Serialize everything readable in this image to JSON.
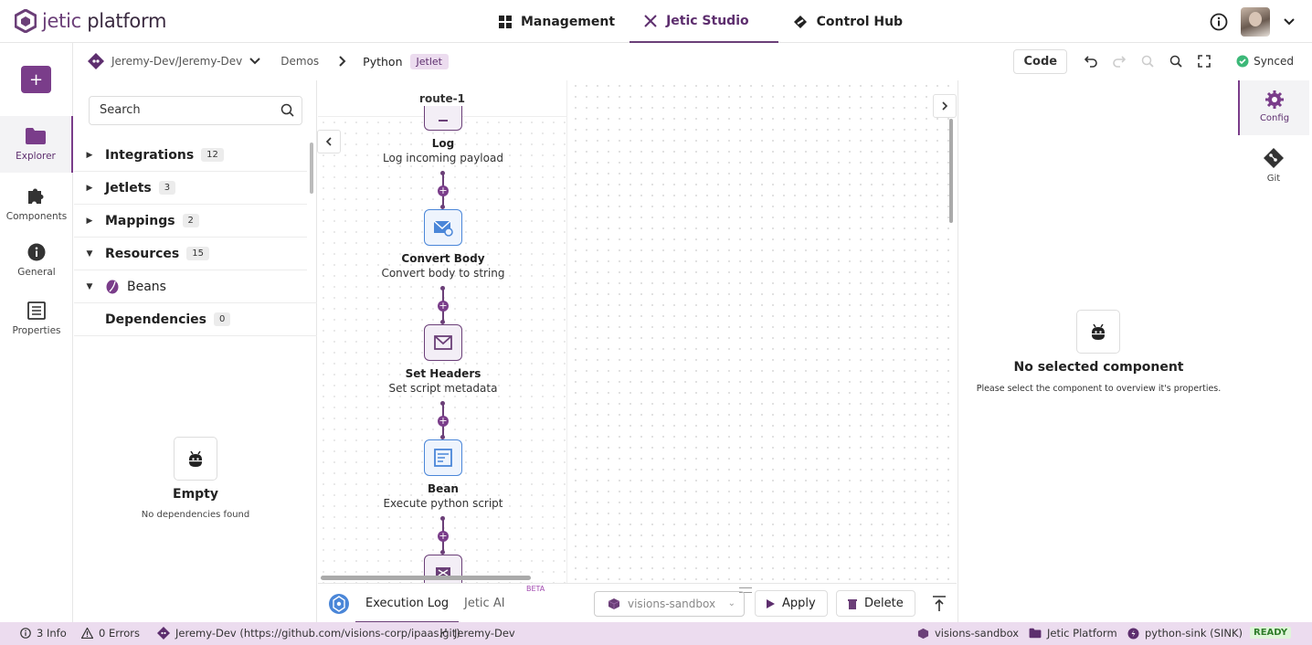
{
  "app": {
    "logo_name": "jetic",
    "logo_product": "platform"
  },
  "topnav": [
    {
      "label": "Management",
      "icon": "grid-icon"
    },
    {
      "label": "Jetic Studio",
      "icon": "tools-icon",
      "active": true
    },
    {
      "label": "Control Hub",
      "icon": "hub-icon"
    }
  ],
  "breadcrumb": {
    "repo": "Jeremy-Dev/Jeremy-Dev",
    "folder": "Demos",
    "current": "Python",
    "type_badge": "Jetlet"
  },
  "toolbar": {
    "code_label": "Code",
    "sync_status": "Synced"
  },
  "leftrail": [
    {
      "label": "Explorer",
      "icon": "folder-icon",
      "active": true
    },
    {
      "label": "Components",
      "icon": "puzzle-icon"
    },
    {
      "label": "General",
      "icon": "info-icon"
    },
    {
      "label": "Properties",
      "icon": "list-icon"
    }
  ],
  "explorer": {
    "search_placeholder": "Search",
    "tree": [
      {
        "label": "Integrations",
        "count": "12",
        "expanded": false
      },
      {
        "label": "Jetlets",
        "count": "3",
        "expanded": false
      },
      {
        "label": "Mappings",
        "count": "2",
        "expanded": false
      },
      {
        "label": "Resources",
        "count": "15",
        "expanded": true
      },
      {
        "label": "Beans",
        "count": "",
        "expanded": true
      },
      {
        "label": "Dependencies",
        "count": "0",
        "expanded": false
      }
    ],
    "empty_title": "Empty",
    "empty_sub": "No dependencies found"
  },
  "canvas": {
    "route_name": "route-1",
    "nodes": [
      {
        "title": "Log",
        "subtitle": "Log incoming payload",
        "icon": "log-icon"
      },
      {
        "title": "Convert Body",
        "subtitle": "Convert body to string",
        "icon": "convert-body-icon"
      },
      {
        "title": "Set Headers",
        "subtitle": "Set script metadata",
        "icon": "set-headers-icon"
      },
      {
        "title": "Bean",
        "subtitle": "Execute python script",
        "icon": "bean-icon"
      }
    ]
  },
  "bottom": {
    "tabs": [
      "Execution Log",
      "Jetic AI"
    ],
    "beta_label": "BETA",
    "environment": "visions-sandbox",
    "apply_label": "Apply",
    "delete_label": "Delete"
  },
  "config_panel": {
    "title": "No selected component",
    "subtitle": "Please select the component to overview it's properties."
  },
  "rightrail": [
    {
      "label": "Config",
      "icon": "gear-icon",
      "active": true
    },
    {
      "label": "Git",
      "icon": "git-icon"
    }
  ],
  "status": {
    "info": "3 Info",
    "errors": "0 Errors",
    "repo": "Jeremy-Dev (https://github.com/visions-corp/ipaas.git)",
    "branch": "Jeremy-Dev",
    "env": "visions-sandbox",
    "project": "Jetic Platform",
    "sink": "python-sink (SINK)",
    "state": "READY"
  },
  "colors": {
    "brand": "#6b3f78",
    "accent": "#7a3d8a",
    "node_blue": "#4a86d8",
    "status_bg": "#ecdcef"
  }
}
